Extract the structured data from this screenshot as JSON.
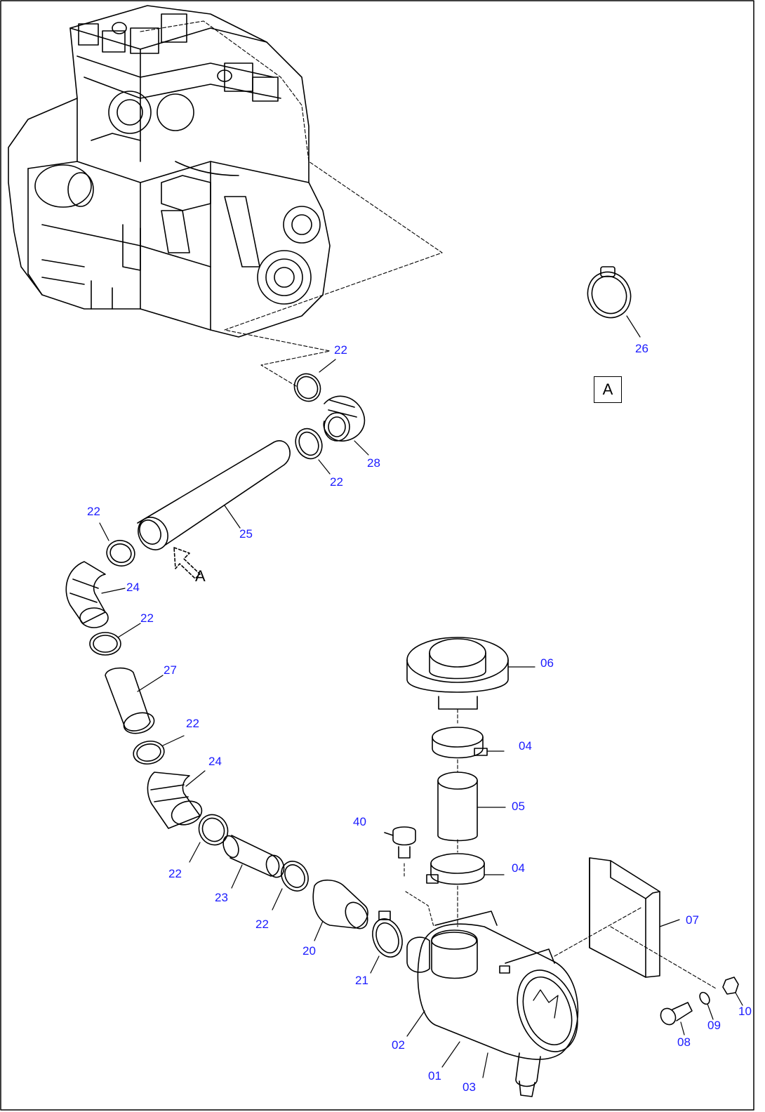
{
  "callouts": [
    {
      "id": "c26",
      "text": "26"
    },
    {
      "id": "c22a",
      "text": "22"
    },
    {
      "id": "c28",
      "text": "28"
    },
    {
      "id": "c22b",
      "text": "22"
    },
    {
      "id": "c25",
      "text": "25"
    },
    {
      "id": "c22c",
      "text": "22"
    },
    {
      "id": "c24a",
      "text": "24"
    },
    {
      "id": "c22d",
      "text": "22"
    },
    {
      "id": "c27",
      "text": "27"
    },
    {
      "id": "c22e",
      "text": "22"
    },
    {
      "id": "c24b",
      "text": "24"
    },
    {
      "id": "c22f",
      "text": "22"
    },
    {
      "id": "c23",
      "text": "23"
    },
    {
      "id": "c22g",
      "text": "22"
    },
    {
      "id": "c20",
      "text": "20"
    },
    {
      "id": "c21",
      "text": "21"
    },
    {
      "id": "c40",
      "text": "40"
    },
    {
      "id": "c06",
      "text": "06"
    },
    {
      "id": "c04a",
      "text": "04"
    },
    {
      "id": "c05",
      "text": "05"
    },
    {
      "id": "c04b",
      "text": "04"
    },
    {
      "id": "c07",
      "text": "07"
    },
    {
      "id": "c02",
      "text": "02"
    },
    {
      "id": "c01",
      "text": "01"
    },
    {
      "id": "c03",
      "text": "03"
    },
    {
      "id": "c08",
      "text": "08"
    },
    {
      "id": "c09",
      "text": "09"
    },
    {
      "id": "c10",
      "text": "10"
    }
  ],
  "view_marker": "A",
  "view_arrow_label": "A",
  "colors": {
    "callout": "#1a1aff",
    "line": "#000000",
    "background": "#ffffff"
  }
}
